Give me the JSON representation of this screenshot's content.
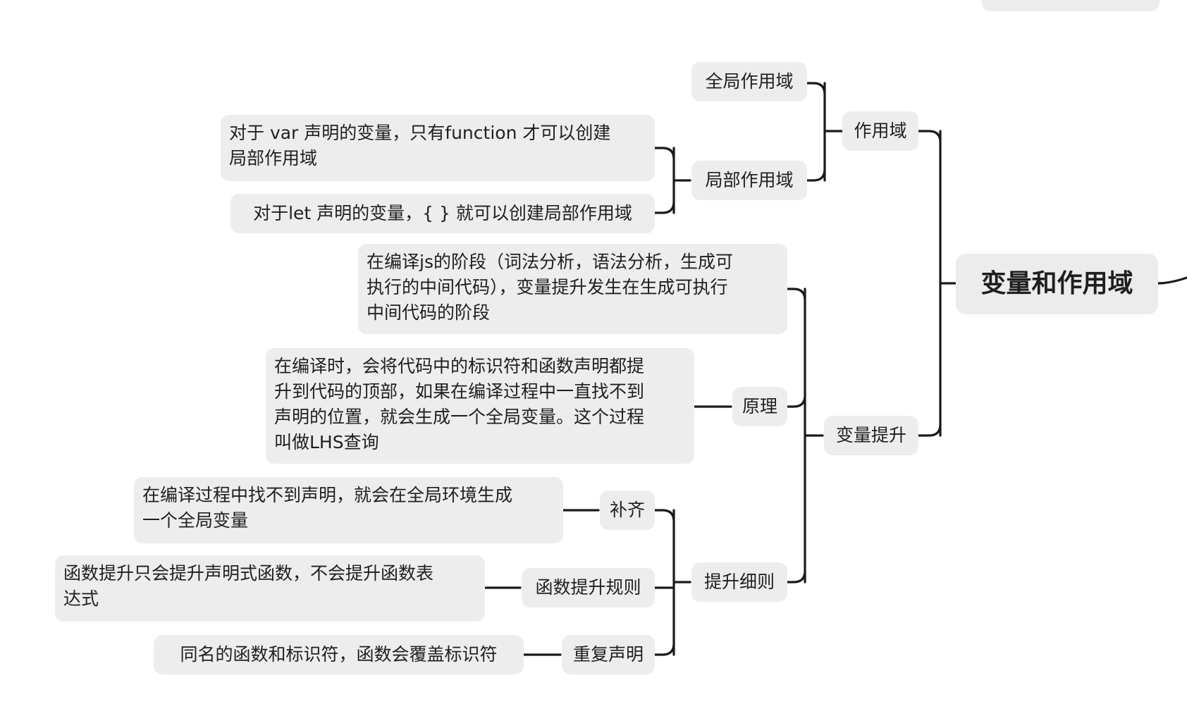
{
  "mindmap": {
    "root": "变量和作用域",
    "scope": {
      "label": "作用域",
      "global": "全局作用域",
      "local": {
        "label": "局部作用域",
        "note_var": [
          "对于 var 声明的变量，只有function 才可以创建",
          "局部作用域"
        ],
        "note_let": "对于let 声明的变量，{ } 就可以创建局部作用域"
      }
    },
    "hoisting": {
      "label": "变量提升",
      "compile_note": [
        "在编译js的阶段（词法分析，语法分析，生成可",
        "执行的中间代码），变量提升发生在生成可执行",
        "中间代码的阶段"
      ],
      "principle": {
        "label": "原理",
        "note": [
          "在编译时，会将代码中的标识符和函数声明都提",
          "升到代码的顶部，如果在编译过程中一直找不到",
          "声明的位置，就会生成一个全局变量。这个过程",
          "叫做LHS查询"
        ]
      },
      "rules": {
        "label": "提升细则",
        "supplement": {
          "label": "补齐",
          "note": [
            "在编译过程中找不到声明，就会在全局环境生成",
            "一个全局变量"
          ]
        },
        "function_rule": {
          "label": "函数提升规则",
          "note": [
            "函数提升只会提升声明式函数，不会提升函数表",
            "达式"
          ]
        },
        "duplicate": {
          "label": "重复声明",
          "note": "同名的函数和标识符，函数会覆盖标识符"
        }
      }
    }
  }
}
